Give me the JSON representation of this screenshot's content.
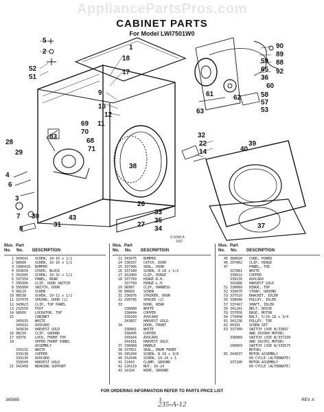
{
  "watermark": "AppliancePartsPros.com",
  "title": "CABINET PARTS",
  "subtitle": "For Model LWI7501W0",
  "diagram": {
    "callouts": [
      "5",
      "2",
      "52",
      "51",
      "1",
      "18",
      "17",
      "9",
      "10",
      "12",
      "11",
      "69",
      "70",
      "68",
      "83",
      "71",
      "4",
      "6",
      "3",
      "7",
      "8",
      "90",
      "89",
      "88",
      "92",
      "59",
      "65",
      "36",
      "58",
      "57",
      "53",
      "38",
      "33",
      "35",
      "34",
      "32",
      "22",
      "14",
      "28",
      "29",
      "30",
      "31",
      "43",
      "40",
      "39",
      "37",
      "26",
      "27",
      "60",
      "61",
      "62",
      "63"
    ],
    "tags": [
      "D-5085 A",
      "1/82"
    ]
  },
  "table": {
    "headers": {
      "ilus": "Illus.",
      "no": "No.",
      "part": "Part",
      "part_no": "No.",
      "desc": "DESCRIPTION"
    },
    "col1": [
      {
        "i": "1",
        "p": "343641",
        "d": "SCREW, 10-16 x 1/2"
      },
      {
        "i": "2",
        "p": "98689",
        "d": "SCREW, 10-16 x 1/2"
      },
      {
        "i": "3",
        "p": "3380418",
        "d": "BUMPER"
      },
      {
        "i": "4",
        "p": "343659",
        "d": "COVER, BLOCK"
      },
      {
        "i": "5",
        "p": "342045",
        "d": "SCREW, 10-32 x 1/2"
      },
      {
        "i": "6",
        "p": "337354",
        "d": "PANEL, REAR"
      },
      {
        "i": "7",
        "p": "395996",
        "d": "CLIP, DOOR SWITCH"
      },
      {
        "i": "8",
        "p": "395809",
        "d": "SWITCH, DOOR"
      },
      {
        "i": "9",
        "p": "98129",
        "d": "SCREW"
      },
      {
        "i": "10",
        "p": "98538",
        "d": "SCREW, 10-12 x 1/2"
      },
      {
        "i": "11",
        "p": "337979",
        "d": "SPRING, DOOR (2)"
      },
      {
        "i": "12",
        "p": "343623",
        "d": "CLIP, TOP PANEL"
      },
      {
        "i": "13",
        "p": "232550",
        "d": "FOOT"
      },
      {
        "i": "14",
        "p": "98669",
        "d": "LOCKATOR, TOP"
      },
      {
        "i": "15",
        "p": "",
        "d": "CABINET"
      },
      {
        "i": "",
        "p": "345635",
        "d": "WHITE"
      },
      {
        "i": "",
        "p": "345632",
        "d": "AVOCADO"
      },
      {
        "i": "",
        "p": "343634",
        "d": "HARVEST GOLD"
      },
      {
        "i": "16",
        "p": "98234",
        "d": "CLIP, GROUND"
      },
      {
        "i": "17",
        "p": "39376",
        "d": "LOCK, FRONT TOP"
      },
      {
        "i": "18",
        "p": "",
        "d": "UPPER FRONT PANEL"
      },
      {
        "i": "",
        "p": "",
        "d": "ASSEMBLY"
      },
      {
        "i": "",
        "p": "339132",
        "d": "WHITE"
      },
      {
        "i": "",
        "p": "339138",
        "d": "COPPER"
      },
      {
        "i": "",
        "p": "339130",
        "d": "AVOCADO"
      },
      {
        "i": "",
        "p": "339549",
        "d": "HARVEST GOLD"
      },
      {
        "i": "21",
        "p": "341458",
        "d": "BEARING SUPPORT"
      }
    ],
    "col2": [
      {
        "i": "22",
        "p": "343475",
        "d": "BUMPER"
      },
      {
        "i": "24",
        "p": "336937",
        "d": "CATCH, DOOR"
      },
      {
        "i": "25",
        "p": "337966",
        "d": "SEAL, DOOR"
      },
      {
        "i": "26",
        "p": "337189",
        "d": "SCREW, 8-18 x 1/2"
      },
      {
        "i": "27",
        "p": "162089",
        "d": "CLIP, HINGE"
      },
      {
        "i": "28",
        "p": "337789",
        "d": "HINGE-R.H."
      },
      {
        "i": "",
        "p": "337760",
        "d": "HINGE-L.H."
      },
      {
        "i": "29",
        "p": "98987",
        "d": "CLIP, HARNESS"
      },
      {
        "i": "30",
        "p": "98669",
        "d": "SCREW"
      },
      {
        "i": "31",
        "p": "336876",
        "d": "STRIKER, DOOR"
      },
      {
        "i": "32",
        "p": "299745",
        "d": "SPACER (2)"
      },
      {
        "i": "33",
        "p": "",
        "d": "DOOR, REAR"
      },
      {
        "i": "",
        "p": "338880",
        "d": "WHITE"
      },
      {
        "i": "",
        "p": "338494",
        "d": "COPPER"
      },
      {
        "i": "",
        "p": "339160",
        "d": "AVOCADO"
      },
      {
        "i": "",
        "p": "343857",
        "d": "HARVEST GOLD"
      },
      {
        "i": "34",
        "p": "",
        "d": "DOOR, FRONT"
      },
      {
        "i": "",
        "p": "338881",
        "d": "WHITE"
      },
      {
        "i": "",
        "p": "338495",
        "d": "COPPER"
      },
      {
        "i": "",
        "p": "339164",
        "d": "AVOCADO"
      },
      {
        "i": "",
        "p": "344181",
        "d": "HARVEST GOLD"
      },
      {
        "i": "37",
        "p": "336068",
        "d": "HANDLE"
      },
      {
        "i": "38",
        "p": "337851",
        "d": "SEAL, DRUM FRONT"
      },
      {
        "i": "39",
        "p": "345204",
        "d": "SCREW, 8-18 x 3/8"
      },
      {
        "i": "40",
        "p": "152646",
        "d": "SCREW, 10-24 x 1"
      },
      {
        "i": "41",
        "p": "22443",
        "d": "CLAMP, GROUND"
      },
      {
        "i": "42",
        "p": "120119",
        "d": "NUT, 10-24"
      },
      {
        "i": "43",
        "p": "16324",
        "d": "WIRE, GROUND"
      }
    ],
    "col3": [
      {
        "i": "45",
        "p": "384020",
        "d": "CORD, POWER"
      },
      {
        "i": "46",
        "p": "297062",
        "d": "CLIP, HINGE"
      },
      {
        "i": "47",
        "p": "",
        "d": "PANEL, TOE"
      },
      {
        "i": "",
        "p": "337881",
        "d": "WHITE"
      },
      {
        "i": "",
        "p": "338922",
        "d": "COPPER"
      },
      {
        "i": "",
        "p": "339135",
        "d": "AVOCADO"
      },
      {
        "i": "",
        "p": "341886",
        "d": "HARVEST GOLD"
      },
      {
        "i": "51",
        "p": "338089",
        "d": "HINGE, TOP"
      },
      {
        "i": "52",
        "p": "339970",
        "d": "STRAP, GROUND"
      },
      {
        "i": "53",
        "p": "337510",
        "d": "BRACKET, IDLER"
      },
      {
        "i": "56",
        "p": "338946",
        "d": "PULLEY, IDLER"
      },
      {
        "i": "57",
        "p": "337467",
        "d": "SHAFT, IDLER"
      },
      {
        "i": "58",
        "p": "341241",
        "d": "BELT, DRIVE"
      },
      {
        "i": "59",
        "p": "337056",
        "d": "BASE, MOTOR"
      },
      {
        "i": "60",
        "p": "179458",
        "d": "BOLT, 5/16-18 x 3/4"
      },
      {
        "i": "61",
        "p": "341238",
        "d": "PULLEY, TOE"
      },
      {
        "i": "62",
        "p": "90391",
        "d": "SCREW SET"
      },
      {
        "i": "63",
        "p": "337309",
        "d": "SWITCH (USE W/33897"
      },
      {
        "i": "",
        "p": "",
        "d": "AND 343900 MOTOR)"
      },
      {
        "i": "",
        "p": "338989",
        "d": "SWITCH (USE W/337100"
      },
      {
        "i": "",
        "p": "",
        "d": "AND 342351 MOTOR)"
      },
      {
        "i": "",
        "p": "298969",
        "d": "SWITCH (USE W/339575"
      },
      {
        "i": "",
        "p": "",
        "d": "MOTOR)"
      },
      {
        "i": "65",
        "p": "343037",
        "d": "MOTOR ASSEMBLY"
      },
      {
        "i": "",
        "p": "",
        "d": "60 CYCLE (ALTERNATE)"
      },
      {
        "i": "",
        "p": "337100",
        "d": "MOTOR ASSEMBLY"
      },
      {
        "i": "",
        "p": "",
        "d": "60 CYCLE (ALTERNATE)"
      }
    ]
  },
  "footer": {
    "note": "FOR ORDERING INFORMATION REFER TO PARTS PRICE LIST",
    "left": "345985",
    "center": "3",
    "right": "REV. A",
    "handwritten": "235-A-12"
  }
}
